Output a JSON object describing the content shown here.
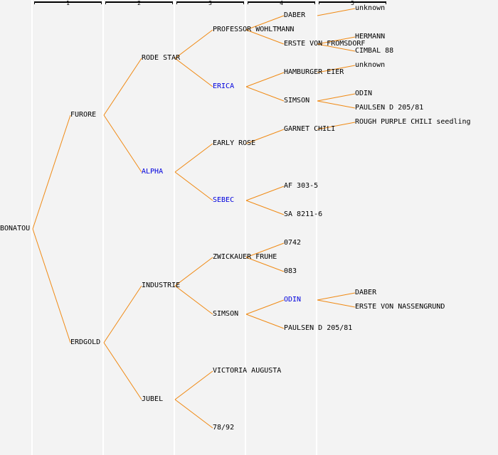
{
  "generations": [
    "1",
    "2",
    "3",
    "4",
    "5"
  ],
  "colors": {
    "line": "#f08a14",
    "text": "#000000",
    "highlight": "#0000dd",
    "background": "#f3f3f3"
  },
  "tree": {
    "name": "BONATOU",
    "highlight": false,
    "children": [
      {
        "name": "FURORE",
        "highlight": false,
        "children": [
          {
            "name": "RODE STAR",
            "highlight": false,
            "children": [
              {
                "name": "PROFESSOR WOHLTMANN",
                "highlight": false,
                "children": [
                  {
                    "name": "DABER",
                    "highlight": false,
                    "children": [
                      {
                        "name": "unknown",
                        "highlight": false
                      }
                    ]
                  },
                  {
                    "name": "ERSTE VON FROMSDORF",
                    "highlight": false,
                    "children": [
                      {
                        "name": "HERMANN",
                        "highlight": false
                      },
                      {
                        "name": "CIMBAL 88",
                        "highlight": false
                      }
                    ]
                  }
                ]
              },
              {
                "name": "ERICA",
                "highlight": true,
                "children": [
                  {
                    "name": "HAMBURGER EIER",
                    "highlight": false,
                    "children": [
                      {
                        "name": "unknown",
                        "highlight": false
                      }
                    ]
                  },
                  {
                    "name": "SIMSON",
                    "highlight": false,
                    "children": [
                      {
                        "name": "ODIN",
                        "highlight": false
                      },
                      {
                        "name": "PAULSEN D 205/81",
                        "highlight": false
                      }
                    ]
                  }
                ]
              }
            ]
          },
          {
            "name": "ALPHA",
            "highlight": true,
            "children": [
              {
                "name": "EARLY ROSE",
                "highlight": false,
                "children": [
                  {
                    "name": "GARNET CHILI",
                    "highlight": false,
                    "children": [
                      {
                        "name": "ROUGH PURPLE CHILI seedling",
                        "highlight": false
                      }
                    ]
                  }
                ]
              },
              {
                "name": "SEBEC",
                "highlight": true,
                "children": [
                  {
                    "name": "AF 303-5",
                    "highlight": false
                  },
                  {
                    "name": "SA 8211-6",
                    "highlight": false
                  }
                ]
              }
            ]
          }
        ]
      },
      {
        "name": "ERDGOLD",
        "highlight": false,
        "children": [
          {
            "name": "INDUSTRIE",
            "highlight": false,
            "children": [
              {
                "name": "ZWICKAUER FRUHE",
                "highlight": false,
                "children": [
                  {
                    "name": "0742",
                    "highlight": false
                  },
                  {
                    "name": "083",
                    "highlight": false
                  }
                ]
              },
              {
                "name": "SIMSON",
                "highlight": false,
                "children": [
                  {
                    "name": "ODIN",
                    "highlight": true,
                    "children": [
                      {
                        "name": "DABER",
                        "highlight": false
                      },
                      {
                        "name": "ERSTE VON NASSENGRUND",
                        "highlight": false
                      }
                    ]
                  },
                  {
                    "name": "PAULSEN D 205/81",
                    "highlight": false
                  }
                ]
              }
            ]
          },
          {
            "name": "JUBEL",
            "highlight": false,
            "children": [
              {
                "name": "VICTORIA AUGUSTA",
                "highlight": false
              },
              {
                "name": "78/92",
                "highlight": false
              }
            ]
          }
        ]
      }
    ]
  }
}
